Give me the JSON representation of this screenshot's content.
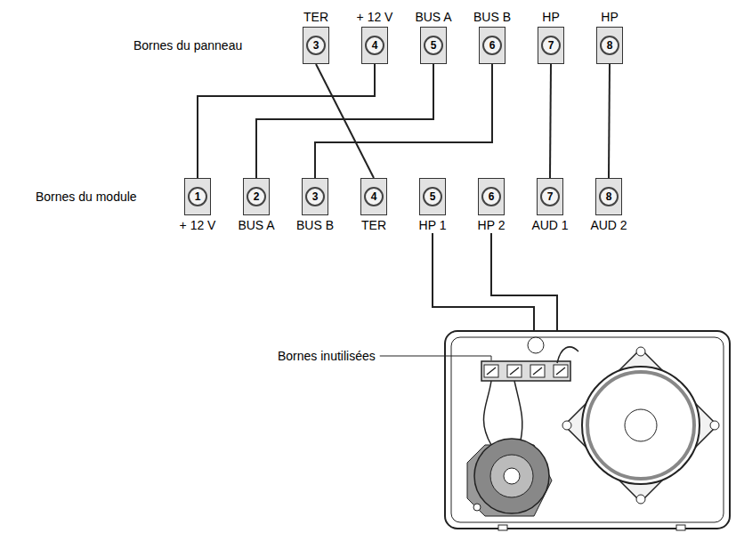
{
  "diagram": {
    "nodes": [
      {
        "text": [
          "TER",
          "3"
        ]
      },
      {
        "text": [
          "+ 12 V",
          "4"
        ]
      },
      {
        "text": [
          "BUS A",
          "5"
        ]
      },
      {
        "text": [
          "BUS B",
          "6"
        ]
      },
      {
        "text": [
          "HP",
          "7"
        ]
      },
      {
        "text": [
          "HP",
          "8"
        ]
      },
      {
        "text": [
          "1",
          "+ 12 V"
        ]
      },
      {
        "text": [
          "2",
          "BUS A"
        ]
      },
      {
        "text": [
          "3",
          "BUS B"
        ]
      },
      {
        "text": [
          "4",
          "TER"
        ]
      },
      {
        "text": [
          "5",
          "HP 1"
        ]
      },
      {
        "text": [
          "6",
          "HP 2"
        ]
      },
      {
        "text": [
          "7",
          "AUD 1"
        ]
      },
      {
        "text": [
          "8",
          "AUD 2"
        ]
      }
    ],
    "edges": [
      {
        "from": 0,
        "to": 9,
        "arrow": "none"
      },
      {
        "from": 1,
        "to": 6,
        "arrow": "none"
      },
      {
        "from": 2,
        "to": 7,
        "arrow": "none"
      },
      {
        "from": 3,
        "to": 8,
        "arrow": "none"
      },
      {
        "from": 4,
        "to": 12,
        "arrow": "none"
      },
      {
        "from": 5,
        "to": 13,
        "arrow": "none"
      }
    ],
    "labels": [
      "Bornes du panneau",
      "Bornes du module",
      "Bornes inutilisées"
    ]
  }
}
